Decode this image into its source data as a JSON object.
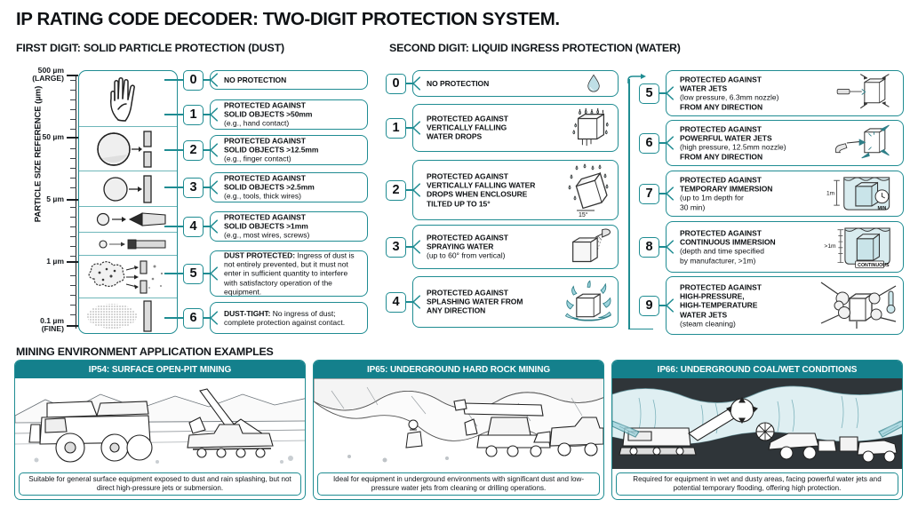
{
  "title": "IP RATING CODE DECODER: TWO-DIGIT PROTECTION SYSTEM.",
  "sections": {
    "first_digit_heading": "FIRST DIGIT: SOLID PARTICLE PROTECTION (DUST)",
    "second_digit_heading": "SECOND DIGIT: LIQUID INGRESS PROTECTION (WATER)"
  },
  "axis": {
    "title": "PARTICLE SIZE REFERENCE (µm)",
    "ticks": [
      {
        "label_top": "500 µm",
        "label_bottom": "(LARGE)"
      },
      {
        "label_top": "50 µm",
        "label_bottom": ""
      },
      {
        "label_top": "5 µm",
        "label_bottom": ""
      },
      {
        "label_top": "1 µm",
        "label_bottom": ""
      },
      {
        "label_top": "0.1 µm",
        "label_bottom": "(FINE)"
      }
    ]
  },
  "particle_icons": [
    {
      "name": "hand-icon"
    },
    {
      "name": "large-sphere-slot-icon"
    },
    {
      "name": "medium-sphere-barrier-icon"
    },
    {
      "name": "small-ball-tool-tip-icon"
    },
    {
      "name": "tiny-ball-wire-icon"
    },
    {
      "name": "dust-cloud-icon"
    },
    {
      "name": "fine-dust-icon"
    }
  ],
  "first_digit": [
    {
      "digit": "0",
      "title": "NO PROTECTION",
      "detail": "",
      "note": ""
    },
    {
      "digit": "1",
      "title": "PROTECTED AGAINST\nSOLID OBJECTS >50mm",
      "note": "(e.g., hand contact)"
    },
    {
      "digit": "2",
      "title": "PROTECTED AGAINST\nSOLID OBJECTS >12.5mm",
      "note": "(e.g., finger contact)"
    },
    {
      "digit": "3",
      "title": "PROTECTED AGAINST\nSOLID OBJECTS >2.5mm",
      "note": "(e.g., tools, thick wires)"
    },
    {
      "digit": "4",
      "title": "PROTECTED AGAINST\nSOLID OBJECTS >1mm",
      "note": "(e.g., most wires, screws)"
    },
    {
      "digit": "5",
      "title": "DUST PROTECTED:",
      "note": " Ingress of dust is not entirely prevented, but it must not enter in sufficient quantity to interfere with satisfactory operation of the equipment."
    },
    {
      "digit": "6",
      "title": "DUST-TIGHT:",
      "note": " No ingress of dust; complete protection against contact."
    }
  ],
  "second_digit_left": [
    {
      "digit": "0",
      "title": "NO PROTECTION",
      "note": "",
      "icon": "water-drop-icon"
    },
    {
      "digit": "1",
      "title": "PROTECTED AGAINST\nVERTICALLY FALLING\nWATER DROPS",
      "note": "",
      "icon": "dripping-box-icon"
    },
    {
      "digit": "2",
      "title": "PROTECTED AGAINST\nVERTICALLY FALLING WATER\nDROPS WHEN ENCLOSURE\nTILTED UP TO 15°",
      "note": "",
      "icon": "tilted-box-drops-icon",
      "icon_label": "15°"
    },
    {
      "digit": "3",
      "title": "PROTECTED AGAINST\nSPRAYING WATER",
      "note": "(up to 60° from vertical)",
      "icon": "spray-nozzle-box-icon"
    },
    {
      "digit": "4",
      "title": "PROTECTED AGAINST\nSPLASHING WATER FROM\nANY DIRECTION",
      "note": "",
      "icon": "splashing-box-icon"
    }
  ],
  "second_digit_right": [
    {
      "digit": "5",
      "title": "PROTECTED AGAINST\nWATER JETS",
      "note": "(low pressure, 6.3mm nozzle)",
      "title2": "FROM ANY DIRECTION",
      "icon": "water-jet-box-icon"
    },
    {
      "digit": "6",
      "title": "PROTECTED AGAINST\nPOWERFUL WATER JETS",
      "note": "(high pressure, 12.5mm nozzle)",
      "title2": "FROM ANY DIRECTION",
      "icon": "powerful-jet-box-icon"
    },
    {
      "digit": "7",
      "title": "PROTECTED AGAINST\nTEMPORARY IMMERSION",
      "note": "(up to 1m depth for\n30 min)",
      "title2": "",
      "icon": "temporary-immersion-icon",
      "icon_label": "1m",
      "icon_label2": "MIN"
    },
    {
      "digit": "8",
      "title": "PROTECTED AGAINST\nCONTINUOUS IMMERSION",
      "note": "(depth and time specified\nby manufacturer, >1m)",
      "title2": "",
      "icon": "continuous-immersion-icon",
      "icon_label": ">1m",
      "icon_label2": "CONTINUOUS"
    },
    {
      "digit": "9",
      "title": "PROTECTED AGAINST\nHIGH-PRESSURE,\nHIGH-TEMPERATURE\nWATER JETS",
      "note": "(steam cleaning)",
      "title2": "",
      "icon": "steam-cleaning-icon"
    }
  ],
  "mining": {
    "heading": "MINING ENVIRONMENT APPLICATION EXAMPLES",
    "cards": [
      {
        "header": "IP54: SURFACE OPEN-PIT MINING",
        "caption": "Suitable for general surface equipment exposed to dust and rain splashing, but not direct high-pressure jets or submersion.",
        "art": "open-pit-haul-truck-excavator-illustration"
      },
      {
        "header": "IP65: UNDERGROUND HARD ROCK MINING",
        "caption": "Ideal for equipment in underground environments with significant dust and low-pressure water jets from cleaning or drilling operations.",
        "art": "underground-drill-rig-loader-illustration"
      },
      {
        "header": "IP66: UNDERGROUND COAL/WET CONDITIONS",
        "caption": "Required for equipment in wet and dusty areas, facing powerful water jets and potential temporary flooding, offering high protection.",
        "art": "wet-coal-continuous-miner-illustration"
      }
    ]
  },
  "colors": {
    "teal_border": "#1f8c92",
    "teal_header": "#14808c",
    "water_fill": "#b9dde2",
    "text": "#0e1114"
  }
}
